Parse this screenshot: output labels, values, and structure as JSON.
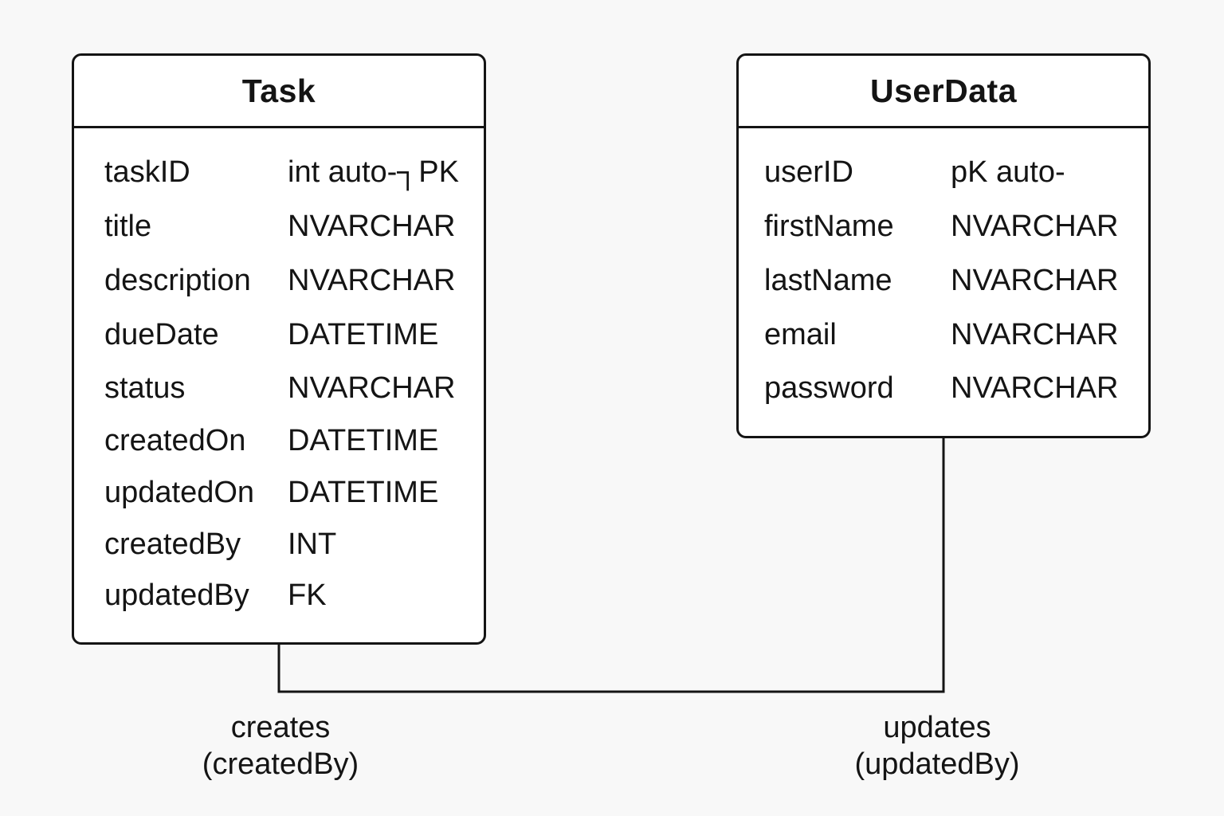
{
  "entities": {
    "task": {
      "name": "Task",
      "fields": [
        {
          "name": "taskID",
          "type": "int auto-┐PK"
        },
        {
          "name": "title",
          "type": "NVARCHAR"
        },
        {
          "name": "description",
          "type": "NVARCHAR"
        },
        {
          "name": "dueDate",
          "type": "DATETIME"
        },
        {
          "name": "status",
          "type": "NVARCHAR"
        },
        {
          "name": "createdOn",
          "type": "DATETIME"
        },
        {
          "name": "updatedOn",
          "type": "DATETIME"
        },
        {
          "name": "createdBy",
          "type": "INT"
        },
        {
          "name": "updatedBy",
          "type": "FK"
        }
      ]
    },
    "user": {
      "name": "UserData",
      "fields": [
        {
          "name": "userID",
          "type": "pK auto-"
        },
        {
          "name": "firstName",
          "type": "NVARCHAR"
        },
        {
          "name": "lastName",
          "type": "NVARCHAR"
        },
        {
          "name": "email",
          "type": "NVARCHAR"
        },
        {
          "name": "password",
          "type": "NVARCHAR"
        }
      ]
    }
  },
  "relationships": {
    "creates": {
      "line1": "creates",
      "line2": "(createdBy)"
    },
    "updates": {
      "line1": "updates",
      "line2": "(updatedBy)"
    }
  },
  "colors": {
    "stroke": "#141414",
    "background": "#f8f8f8",
    "box_fill": "#ffffff"
  }
}
